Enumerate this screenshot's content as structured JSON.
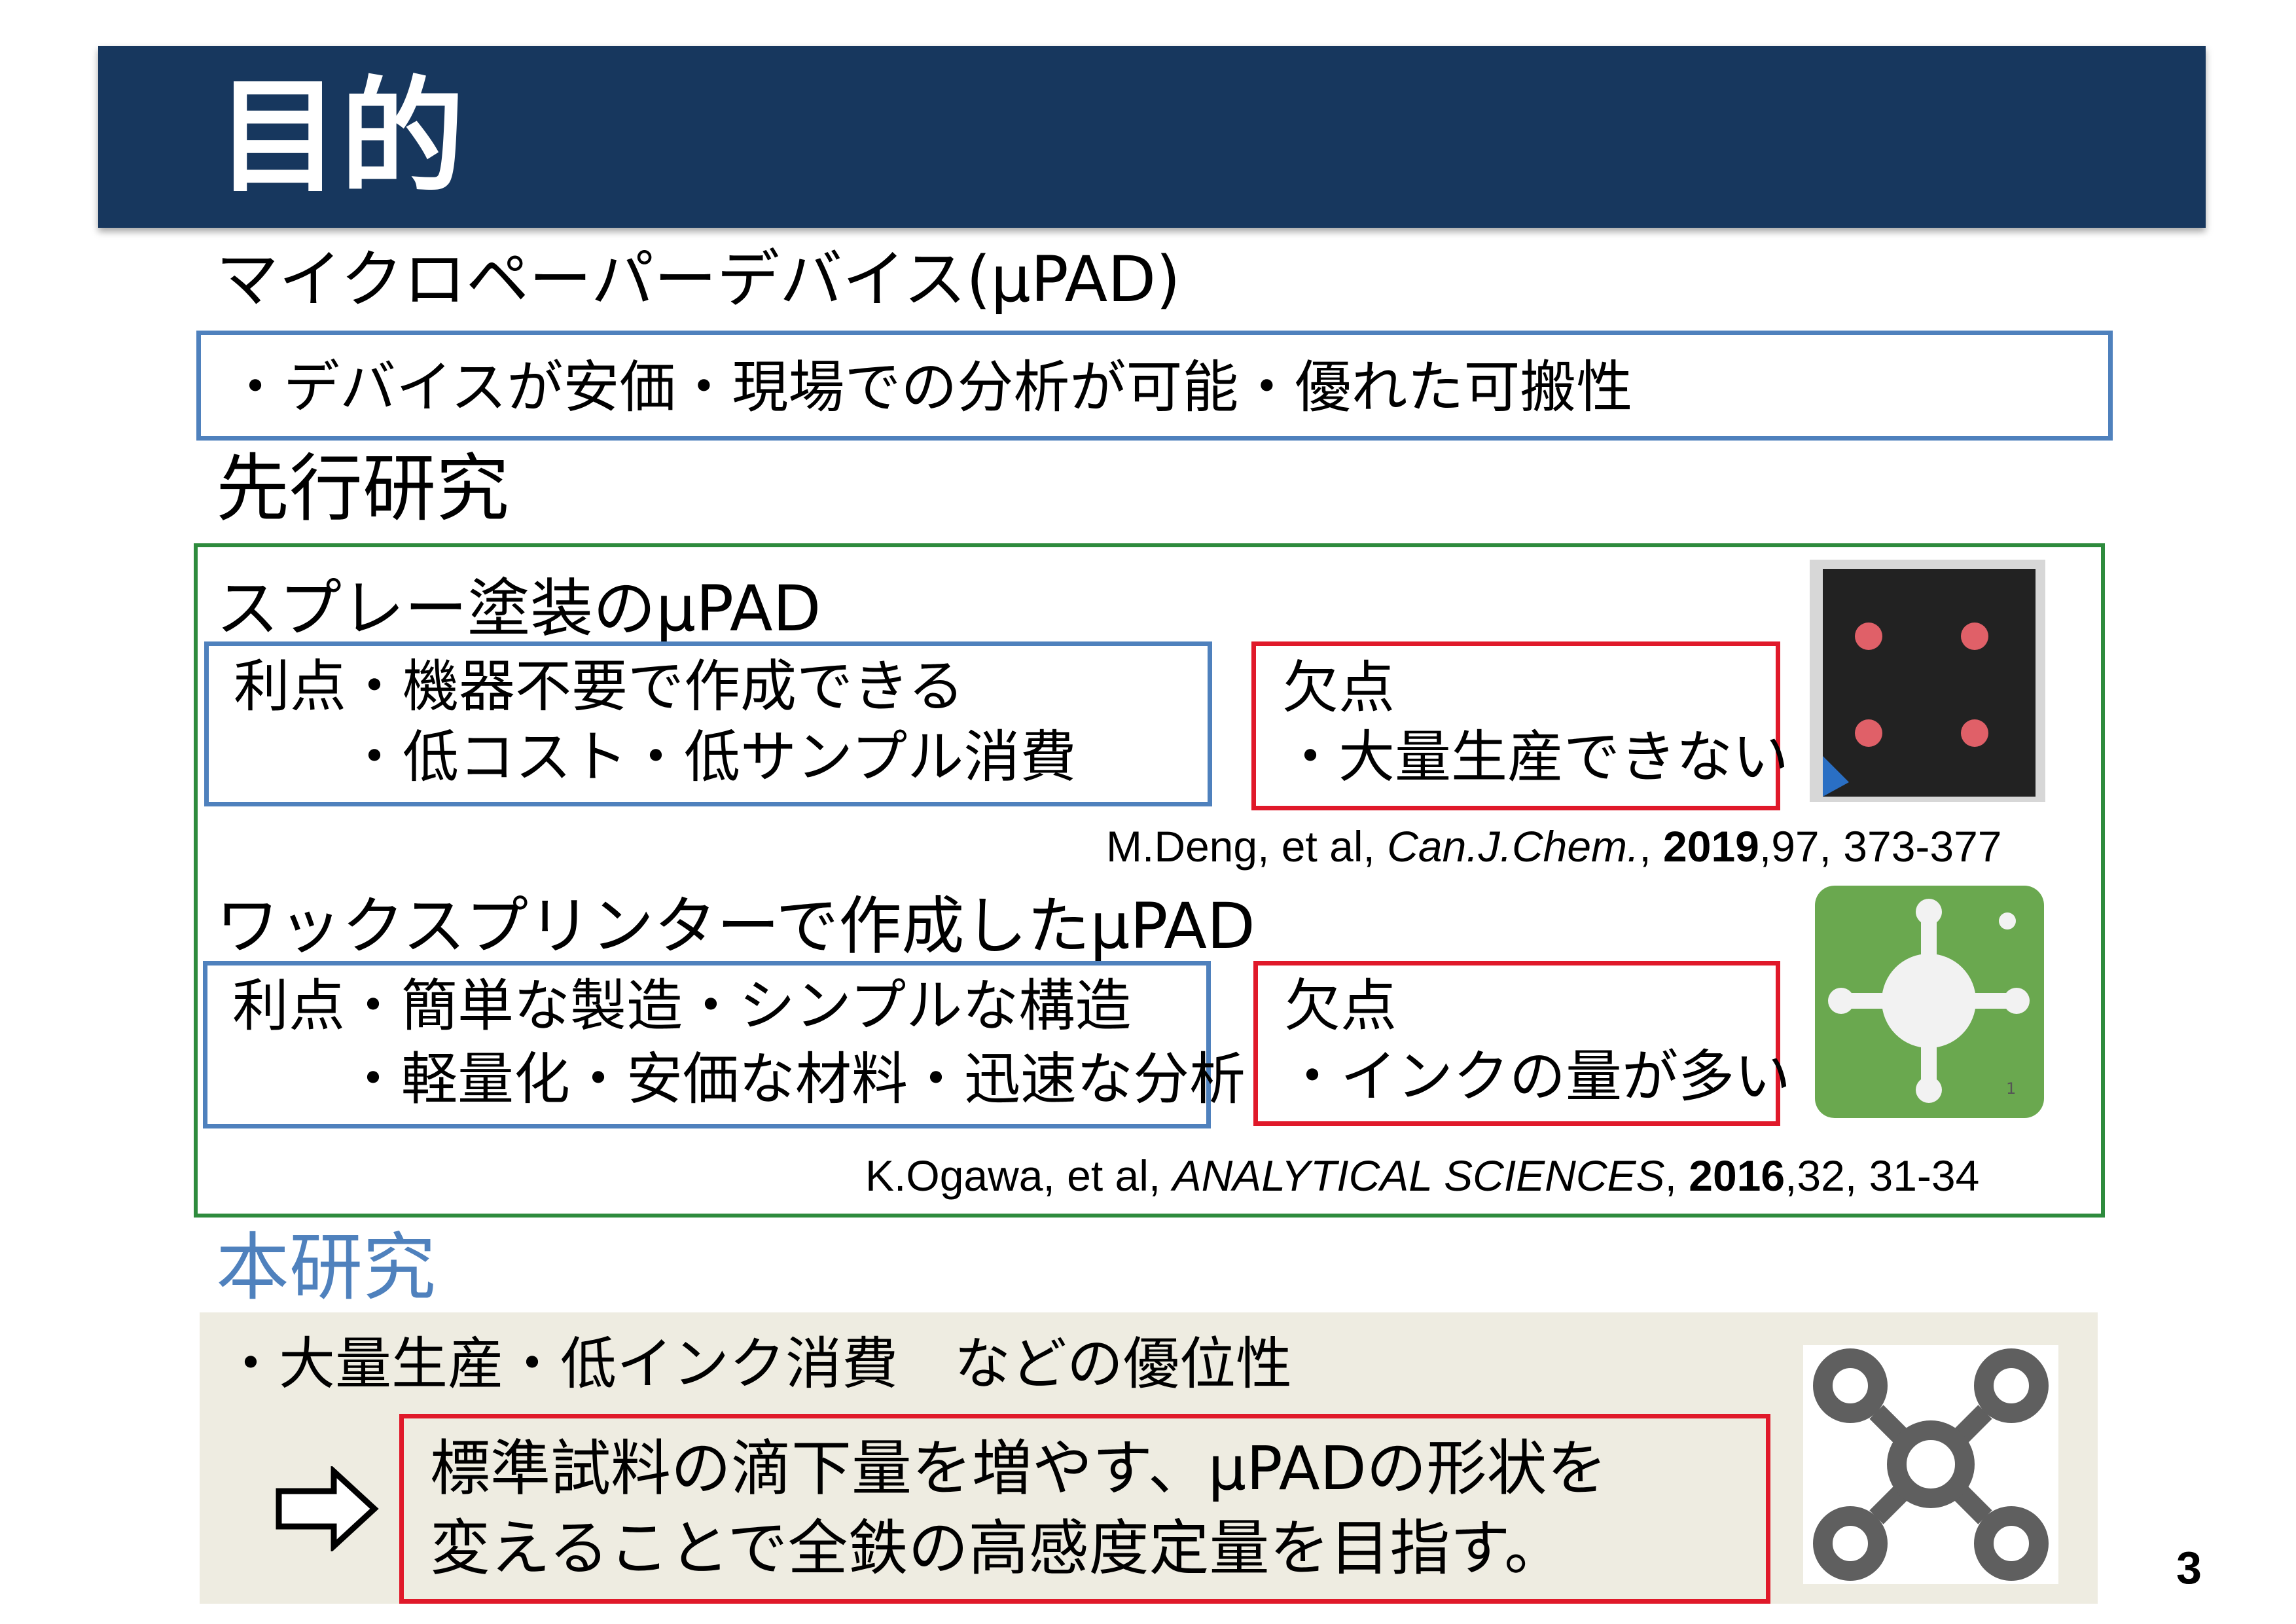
{
  "title": "目的",
  "micro_heading": "マイクロペーパーデバイス(μPAD)",
  "micro_box": "・デバイスが安価・現場での分析が可能・優れた可搬性",
  "prior_heading": "先行研究",
  "spray": {
    "heading": "スプレー塗装のμPAD",
    "merit_line1": "利点・機器不要で作成できる",
    "merit_line2": "・低コスト・低サンプル消費",
    "demerit_line1": "欠点",
    "demerit_line2": "・大量生産できない",
    "ref_author": "M.Deng, et al, ",
    "ref_journal": "Can.J.Chem.",
    "ref_sep": ", ",
    "ref_year": "2019",
    "ref_rest": ",97, 373-377"
  },
  "wax": {
    "heading": "ワックスプリンターで作成したμPAD",
    "merit_line1": "利点・簡単な製造・シンプルな構造",
    "merit_line2": "・軽量化・安価な材料・迅速な分析",
    "demerit_line1": "欠点",
    "demerit_line2": "・インクの量が多い",
    "image_label": "1",
    "ref_author": "K.Ogawa, et al, ",
    "ref_journal": "ANALYTICAL SCIENCES",
    "ref_sep": ", ",
    "ref_year": "2016",
    "ref_rest": ",32, 31-34"
  },
  "this_heading": "本研究",
  "this_line": "・大量生産・低インク消費　などの優位性",
  "goal_line1": "標準試料の滴下量を増やす、μPADの形状を",
  "goal_line2": "変えることで全鉄の高感度定量を目指す。",
  "page_number": "3",
  "colors": {
    "title_bar": "#17375e",
    "blue_border": "#4f81bd",
    "red_border": "#e0192a",
    "green_border": "#2e8b3d",
    "accent_text": "#4f81bd",
    "beige_bg": "#eeece1"
  }
}
